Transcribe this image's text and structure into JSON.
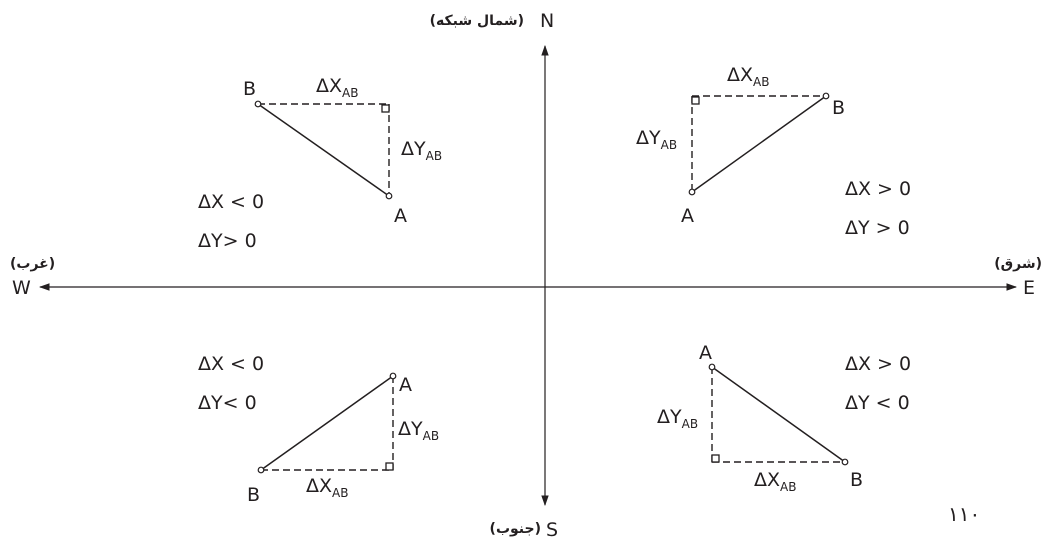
{
  "axes": {
    "north": {
      "letter": "N",
      "label": "(شمال شبکه)"
    },
    "south": {
      "letter": "S",
      "label": "(جنوب)"
    },
    "east": {
      "letter": "E",
      "label": "(شرق)"
    },
    "west": {
      "letter": "W",
      "label": "(غرب)"
    }
  },
  "notation": {
    "delta_x": "ΔX",
    "delta_y": "ΔY",
    "subscript": "AB",
    "point_a": "A",
    "point_b": "B"
  },
  "quadrants": {
    "top_left": {
      "cond_x": "ΔX < 0",
      "cond_y": "ΔY> 0"
    },
    "top_right": {
      "cond_x": "ΔX > 0",
      "cond_y": "ΔY > 0"
    },
    "bottom_left": {
      "cond_x": "ΔX < 0",
      "cond_y": "ΔY<  0"
    },
    "bottom_right": {
      "cond_x": "ΔX > 0",
      "cond_y": "ΔY < 0"
    }
  },
  "page_number": "۱۱۰"
}
